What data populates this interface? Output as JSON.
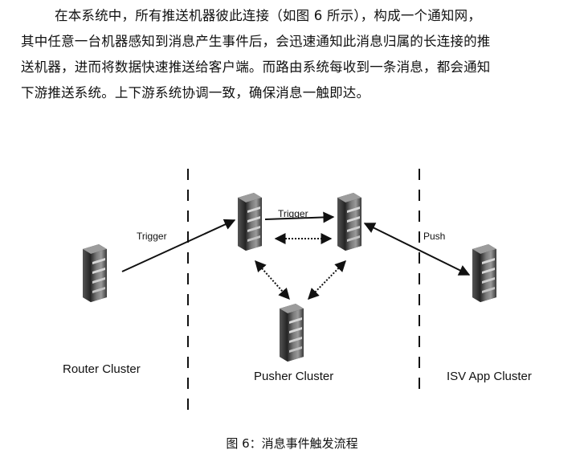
{
  "body_text": {
    "lines": [
      "在本系统中，所有推送机器彼此连接（如图 6 所示），构成一个通知网，",
      "其中任意一台机器感知到消息产生事件后，会迅速通知此消息归属的长连接的推",
      "送机器，进而将数据快速推送给客户端。而路由系统每收到一条消息，都会通知",
      "下游推送系统。上下游系统协调一致，确保消息一触即达。"
    ]
  },
  "diagram": {
    "clusters": {
      "router": "Router Cluster",
      "pusher": "Pusher Cluster",
      "isv": "ISV App Cluster"
    },
    "edge_labels": {
      "router_trigger": "Trigger",
      "pusher_trigger": "Trigger",
      "push": "Push"
    },
    "server_icon": "server-rack-icon"
  },
  "caption": "图 6：消息事件触发流程"
}
